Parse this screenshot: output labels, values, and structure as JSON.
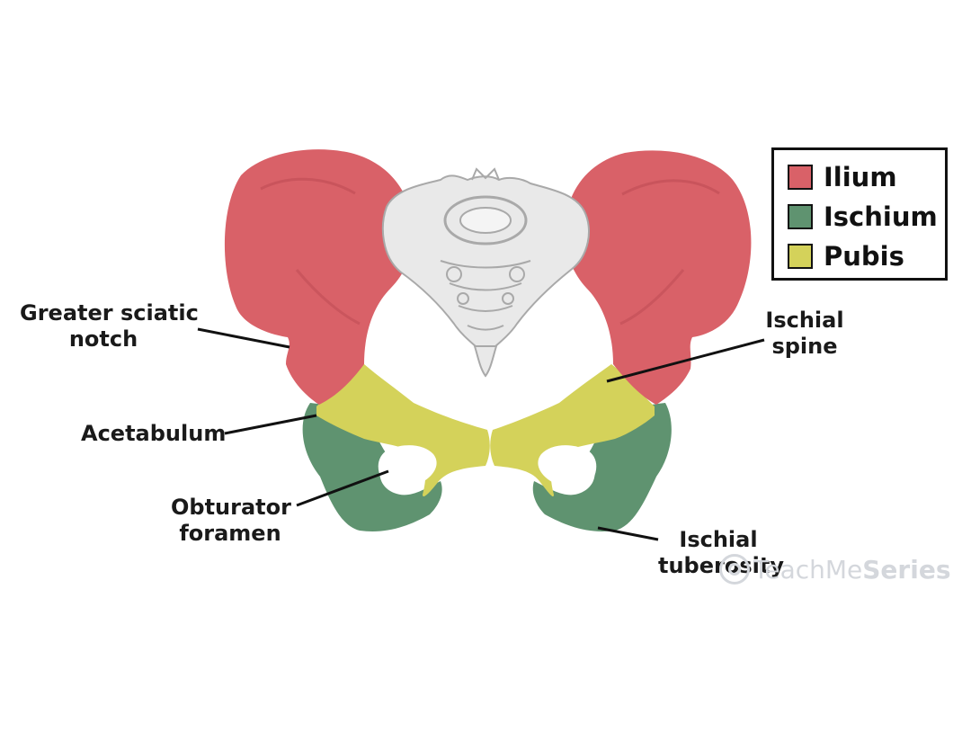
{
  "labels": {
    "greater_sciatic_notch": [
      "Greater sciatic",
      "notch"
    ],
    "acetabulum": "Acetabulum",
    "obturator_foramen": [
      "Obturator",
      "foramen"
    ],
    "ischial_spine": [
      "Ischial",
      "spine"
    ],
    "ischial_tuberosity": [
      "Ischial",
      "tuberosity"
    ]
  },
  "legend": [
    {
      "name": "Ilium",
      "color": "#d96168"
    },
    {
      "name": "Ischium",
      "color": "#5f9370"
    },
    {
      "name": "Pubis",
      "color": "#d4d25a"
    }
  ],
  "watermark": {
    "light": "TeachMe",
    "bold": "Series"
  },
  "colors": {
    "ilium": "#d96168",
    "ilium_dark": "#b94750",
    "ischium": "#5f9370",
    "ischium_dark": "#4a7b5a",
    "pubis": "#d4d25a",
    "sacrum": "#e9e9e9",
    "sacrum_line": "#a9a9a9",
    "leader": "#111111"
  }
}
